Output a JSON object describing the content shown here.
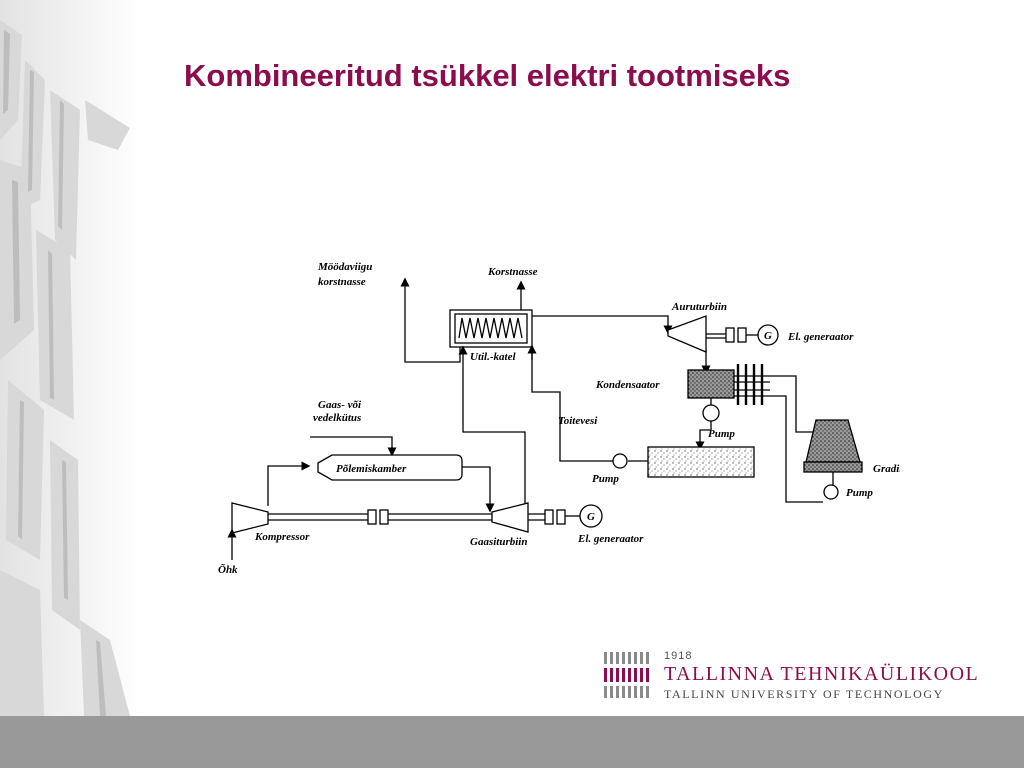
{
  "slide": {
    "title": "Kombineeritud tsükkel elektri tootmiseks"
  },
  "diagram": {
    "labels": {
      "moodaviigu_1": "Möödaviigu",
      "moodaviigu_2": "korstnasse",
      "korstnasse": "Korstnasse",
      "auruturbiin": "Auruturbiin",
      "el_generaator_top": "El. generaator",
      "util_katel": "Util.-katel",
      "kondensaator": "Kondensaator",
      "gaas_1": "Gaas- või",
      "gaas_2": "vedelkütus",
      "toitevesi": "Toitevesi",
      "pump_cond": "Pump",
      "polemiskamber": "Põlemiskamber",
      "pump_feed": "Pump",
      "gradiir": "Gradiir",
      "pump_tower": "Pump",
      "kompressor": "Kompressor",
      "gaasiturbiin": "Gaasiturbiin",
      "el_generaator_bottom": "El. generaator",
      "ohk": "Õhk",
      "generator_symbol": "G"
    }
  },
  "logo": {
    "year": "1918",
    "name": "TALLINNA TEHNIKAÜLIKOOL",
    "subtitle": "TALLINN UNIVERSITY OF TECHNOLOGY",
    "colors": {
      "maroon": "#8b0d4e",
      "grey": "#8a8a8a"
    }
  },
  "colors": {
    "title": "#8b0d4e",
    "footer": "#999999"
  }
}
